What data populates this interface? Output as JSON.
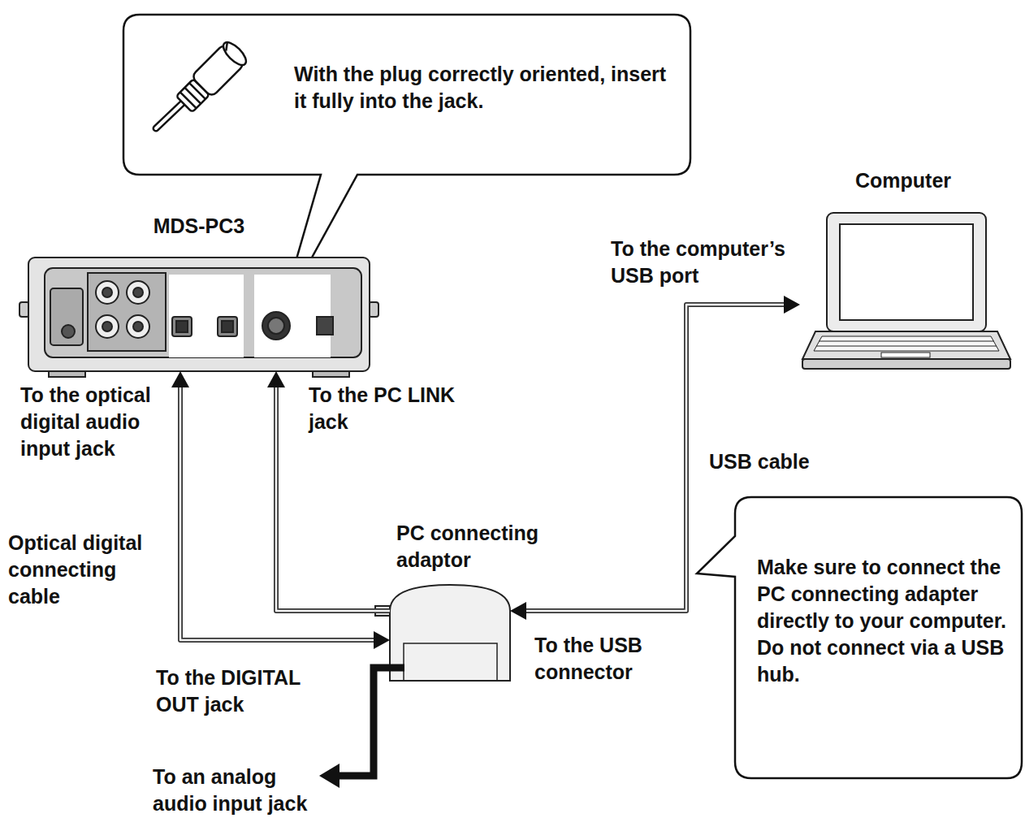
{
  "diagram": {
    "nodes": [
      {
        "text": [
          "With the plug correctly oriented, insert it fully into the jack."
        ]
      },
      {
        "text": [
          "MDS-PC3"
        ]
      },
      {
        "text": [
          "Computer"
        ]
      },
      {
        "text": [
          "PC connecting adaptor"
        ]
      },
      {
        "text": [
          "Make sure to connect the PC connecting adapter directly to your computer. Do not connect via a USB hub."
        ]
      }
    ],
    "edges": [
      {
        "from": 1,
        "to": 3,
        "arrow": "both"
      },
      {
        "from": 3,
        "to": 1,
        "arrow": "to"
      },
      {
        "from": 3,
        "to": 2,
        "arrow": "both"
      }
    ],
    "labels": [
      "To the optical digital audio input jack",
      "To the PC LINK jack",
      "To the computer’s USB port",
      "USB cable",
      "Optical digital connecting cable",
      "To the DIGITAL OUT jack",
      "To the USB connector",
      "To an analog audio input jack"
    ]
  }
}
